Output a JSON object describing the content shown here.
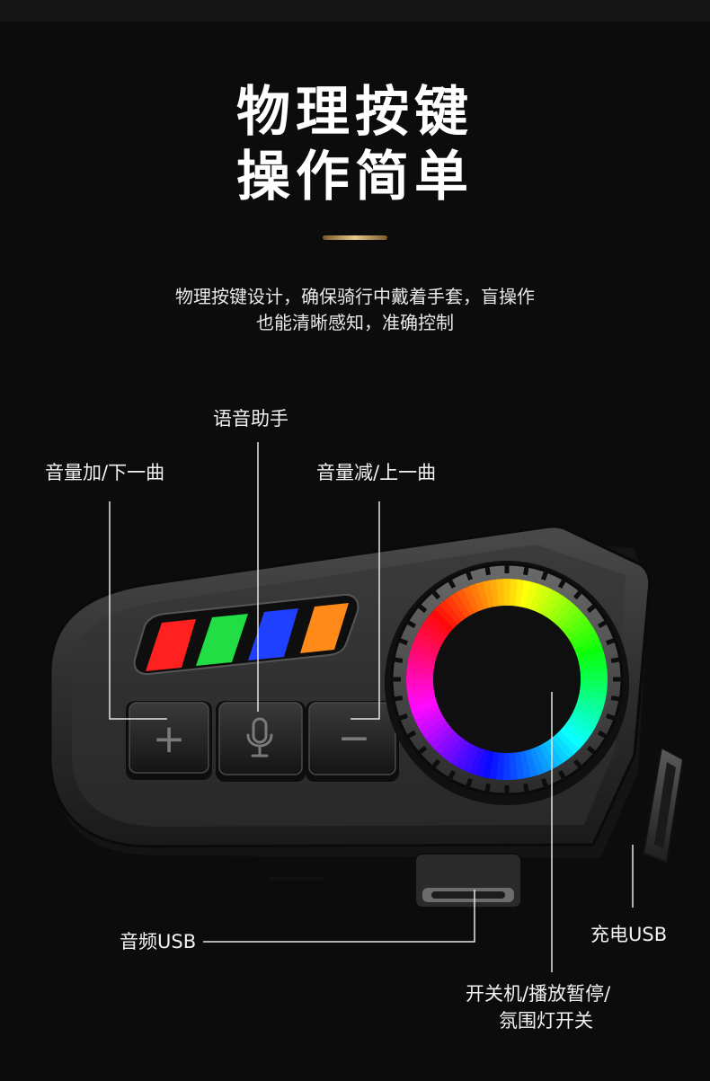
{
  "heading": {
    "line1": "物理按键",
    "line2": "操作简单"
  },
  "description": {
    "line1": "物理按键设计，确保骑行中戴着手套，盲操作",
    "line2": "也能清晰感知，准确控制"
  },
  "labels": {
    "voice_assistant": "语音助手",
    "volume_up_next": "音量加/下一曲",
    "volume_down_prev": "音量减/上一曲",
    "audio_usb": "音频USB",
    "charge_usb": "充电USB",
    "power_play": {
      "line1": "开关机/播放暂停/",
      "line2": "氛围灯开关"
    }
  },
  "buttons": {
    "plus_symbol": "+",
    "minus_symbol": "−",
    "mic_icon": "microphone-icon"
  },
  "led_colors": [
    "#ff2020",
    "#22dd44",
    "#2040ff",
    "#ff8a1a"
  ],
  "colors": {
    "accent_gold": "#d4b47a",
    "background": "#0c0c0c"
  }
}
